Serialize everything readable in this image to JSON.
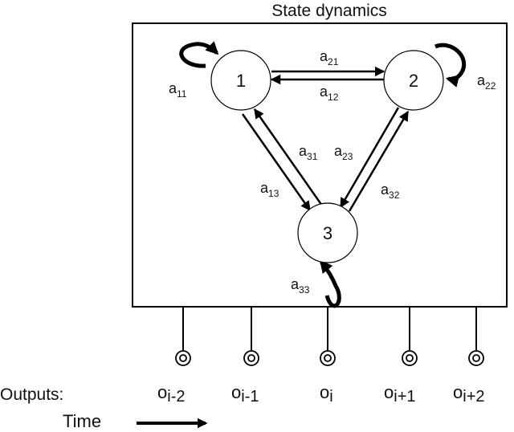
{
  "title": "State dynamics",
  "states": [
    {
      "id": "1",
      "label": "1"
    },
    {
      "id": "2",
      "label": "2"
    },
    {
      "id": "3",
      "label": "3"
    }
  ],
  "transitions": [
    {
      "from": "1",
      "to": "1",
      "label": "a",
      "sub": "11"
    },
    {
      "from": "1",
      "to": "2",
      "label": "a",
      "sub": "21"
    },
    {
      "from": "2",
      "to": "1",
      "label": "a",
      "sub": "12"
    },
    {
      "from": "2",
      "to": "2",
      "label": "a",
      "sub": "22"
    },
    {
      "from": "3",
      "to": "1",
      "label": "a",
      "sub": "31"
    },
    {
      "from": "1",
      "to": "3",
      "label": "a",
      "sub": "13"
    },
    {
      "from": "2",
      "to": "3",
      "label": "a",
      "sub": "23"
    },
    {
      "from": "3",
      "to": "2",
      "label": "a",
      "sub": "32"
    },
    {
      "from": "3",
      "to": "3",
      "label": "a",
      "sub": "33"
    }
  ],
  "outputs_label": "Outputs:",
  "outputs": [
    {
      "base": "o",
      "sub": "i-2"
    },
    {
      "base": "o",
      "sub": "i-1"
    },
    {
      "base": "o",
      "sub": "i"
    },
    {
      "base": "o",
      "sub": "i+1"
    },
    {
      "base": "o",
      "sub": "i+2"
    }
  ],
  "time_label": "Time"
}
